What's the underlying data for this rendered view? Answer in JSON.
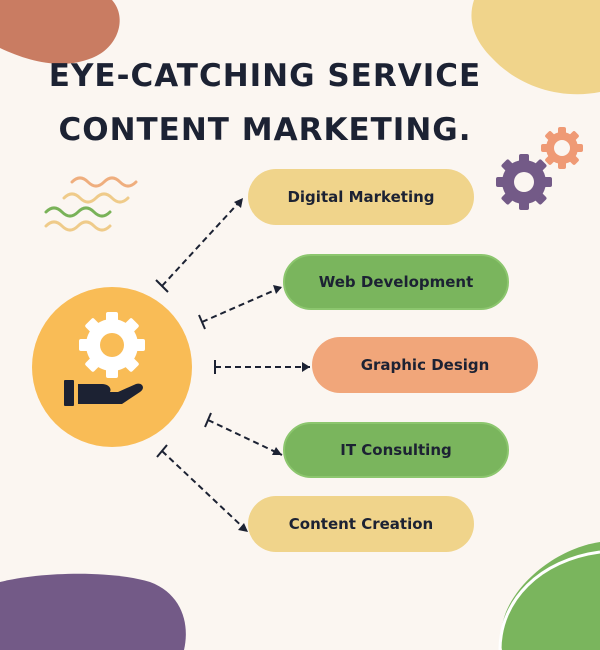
{
  "title": {
    "line1": "EYE-CATCHING SERVICE",
    "line2": "CONTENT MARKETING."
  },
  "center_icon": "gear-hand-icon",
  "services": [
    {
      "label": "Digital Marketing",
      "color": "#f0d48b"
    },
    {
      "label": "Web Development",
      "color": "#7ab55d"
    },
    {
      "label": "Graphic Design",
      "color": "#f1a67a"
    },
    {
      "label": "IT Consulting",
      "color": "#7ab55d"
    },
    {
      "label": "Content Creation",
      "color": "#f0d48b"
    }
  ],
  "colors": {
    "background": "#fbf6f1",
    "center_circle": "#f9bc56",
    "title_text": "#1c2233",
    "blob_terracotta": "#c97c62",
    "blob_yellow": "#f0d48b",
    "blob_purple": "#735a87",
    "blob_green": "#7ab55d"
  }
}
